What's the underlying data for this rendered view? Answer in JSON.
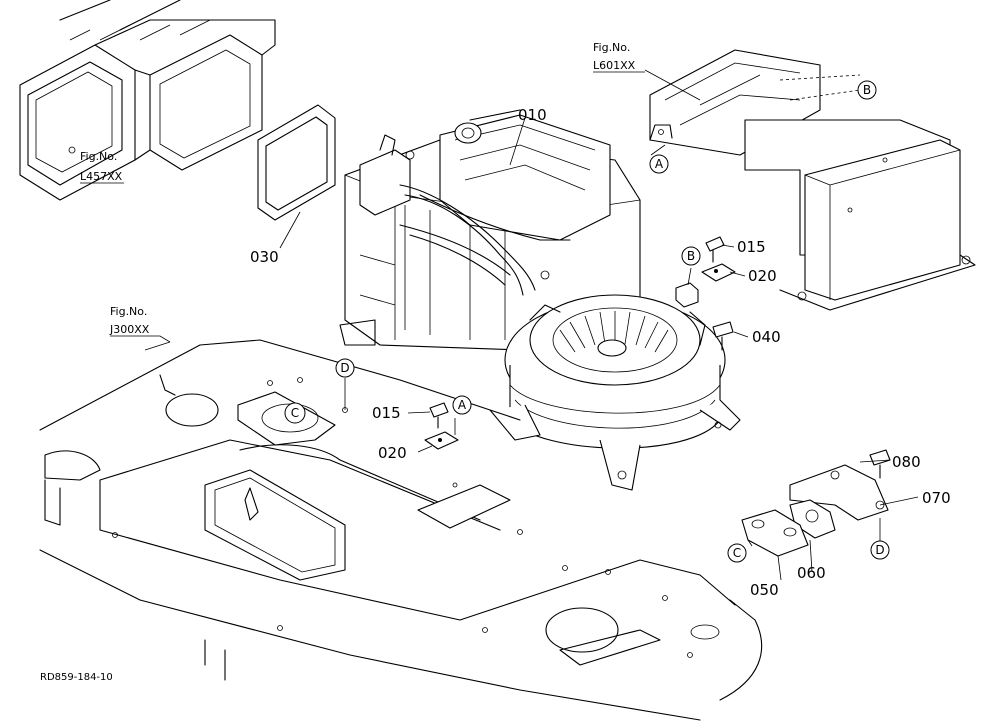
{
  "part_labels": {
    "p010": "010",
    "p030": "030",
    "p015_right": "015",
    "p020_right": "020",
    "p040": "040",
    "p015_left": "015",
    "p020_left": "020",
    "p080": "080",
    "p070": "070",
    "p050": "050",
    "p060": "060"
  },
  "fig_refs": {
    "l457": {
      "line1": "Fig.No.",
      "line2": "L457XX"
    },
    "l601": {
      "line1": "Fig.No.",
      "line2": "L601XX"
    },
    "j300": {
      "line1": "Fig.No.",
      "line2": "J300XX"
    }
  },
  "markers": {
    "a_top": "A",
    "b_top": "B",
    "b_mid": "B",
    "a_mid": "A",
    "c_plate": "C",
    "d_plate": "D",
    "c_bracket": "C",
    "d_bracket": "D"
  },
  "footer_code": "RD859-184-10"
}
